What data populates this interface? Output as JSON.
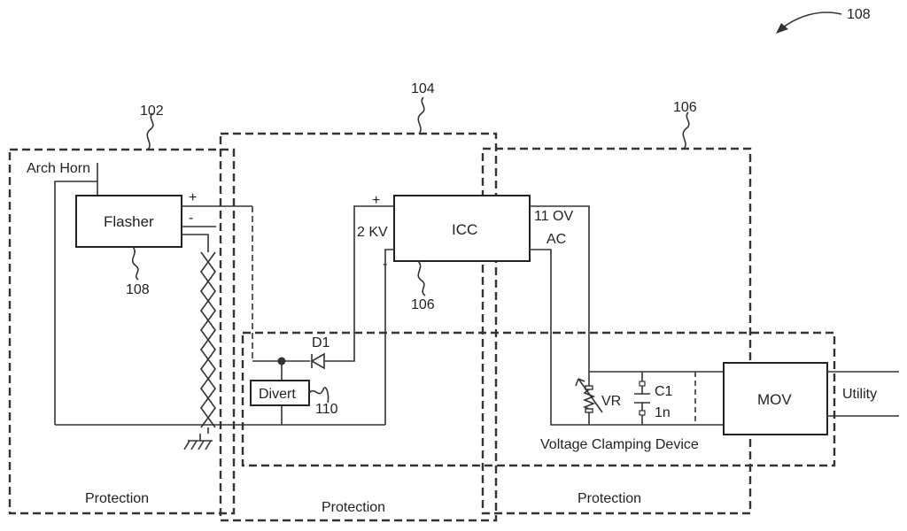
{
  "figure_ref": "108",
  "regions": {
    "r102": {
      "ref": "102",
      "label": "Protection"
    },
    "r104": {
      "ref": "104",
      "label": "Protection"
    },
    "r106": {
      "ref": "106",
      "label": "Protection"
    }
  },
  "components": {
    "arch_horn": "Arch Horn",
    "flasher": {
      "label": "Flasher",
      "ref": "108",
      "plus": "+",
      "minus": "-"
    },
    "icc": {
      "label": "ICC",
      "ref": "106",
      "plus": "+",
      "minus": "-",
      "input": "2 KV",
      "output_line1": "11 OV",
      "output_line2": "AC"
    },
    "d1": "D1",
    "divert": {
      "label": "Divert",
      "ref": "110"
    },
    "vr": "VR",
    "c1": {
      "name": "C1",
      "value": "1n"
    },
    "mov": "MOV",
    "utility": "Utility",
    "clamp": "Voltage Clamping Device"
  },
  "colors": {
    "line": "#333333",
    "background": "#ffffff"
  }
}
